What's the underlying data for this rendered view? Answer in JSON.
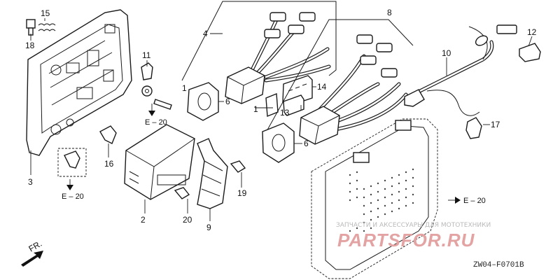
{
  "callouts": {
    "n1": "1",
    "n2": "2",
    "n3": "3",
    "n4": "4",
    "n6a": "6",
    "n6b": "6",
    "n8": "8",
    "n9": "9",
    "n10": "10",
    "n11": "11",
    "n12": "12",
    "n13": "13",
    "n14": "14",
    "n15": "15",
    "n16": "16",
    "n17": "17",
    "n18": "18",
    "n19": "19",
    "n20": "20"
  },
  "refs": {
    "e20_a": "E – 20",
    "e20_b": "E – 20",
    "e20_c": "E – 20"
  },
  "front_label": "FR.",
  "diagram_code": "ZW04–F0701B",
  "watermark": {
    "line1": "ЗАПЧАСТИ И АКСЕССУАРЫ ДЛЯ МОТОТЕХНИКИ",
    "line2": "PARTSFOR.RU"
  },
  "colors": {
    "line": "#1a1a1a",
    "watermark_red": "#e4a3a3"
  }
}
